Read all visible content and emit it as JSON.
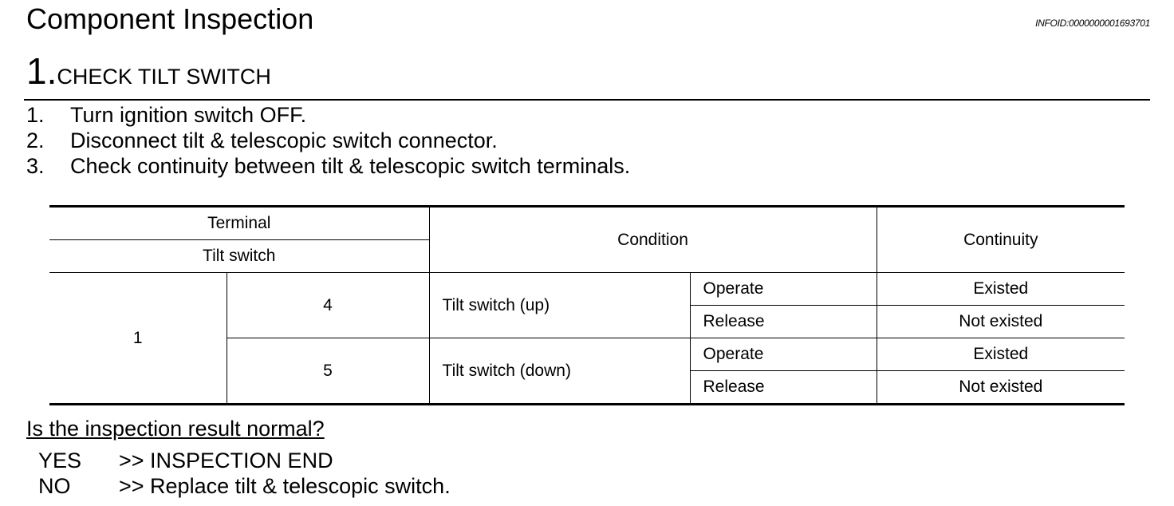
{
  "header": {
    "title": "Component Inspection",
    "info_id": "INFOID:0000000001693701"
  },
  "step": {
    "number": "1.",
    "title": "CHECK TILT SWITCH"
  },
  "procedure": [
    {
      "num": "1.",
      "text": "Turn ignition switch OFF."
    },
    {
      "num": "2.",
      "text": "Disconnect tilt & telescopic switch connector."
    },
    {
      "num": "3.",
      "text": "Check continuity between tilt & telescopic switch terminals."
    }
  ],
  "table": {
    "headers": {
      "terminal": "Terminal",
      "tilt_switch": "Tilt switch",
      "condition": "Condition",
      "continuity": "Continuity"
    },
    "common_terminal": "1",
    "groups": [
      {
        "terminal": "4",
        "condition": "Tilt switch (up)",
        "rows": [
          {
            "state": "Operate",
            "continuity": "Existed"
          },
          {
            "state": "Release",
            "continuity": "Not existed"
          }
        ]
      },
      {
        "terminal": "5",
        "condition": "Tilt switch (down)",
        "rows": [
          {
            "state": "Operate",
            "continuity": "Existed"
          },
          {
            "state": "Release",
            "continuity": "Not existed"
          }
        ]
      }
    ]
  },
  "question": "Is the inspection result normal?",
  "answers": [
    {
      "key": "YES",
      "text": ">> INSPECTION END"
    },
    {
      "key": "NO",
      "text": ">> Replace tilt & telescopic switch."
    }
  ]
}
